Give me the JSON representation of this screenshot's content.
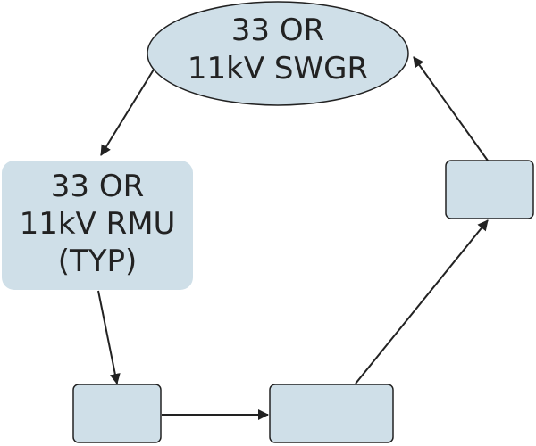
{
  "diagram": {
    "fill_color": "#cfdfe8",
    "line_color": "#222222",
    "nodes": {
      "swgr": {
        "line1": "33 OR",
        "line2": "11kV SWGR"
      },
      "rmu": {
        "line1": "33 OR",
        "line2": "11kV RMU",
        "line3": "(TYP)"
      },
      "right_box": {
        "label": ""
      },
      "bottom_left_box": {
        "label": ""
      },
      "bottom_mid_box": {
        "label": ""
      }
    }
  }
}
